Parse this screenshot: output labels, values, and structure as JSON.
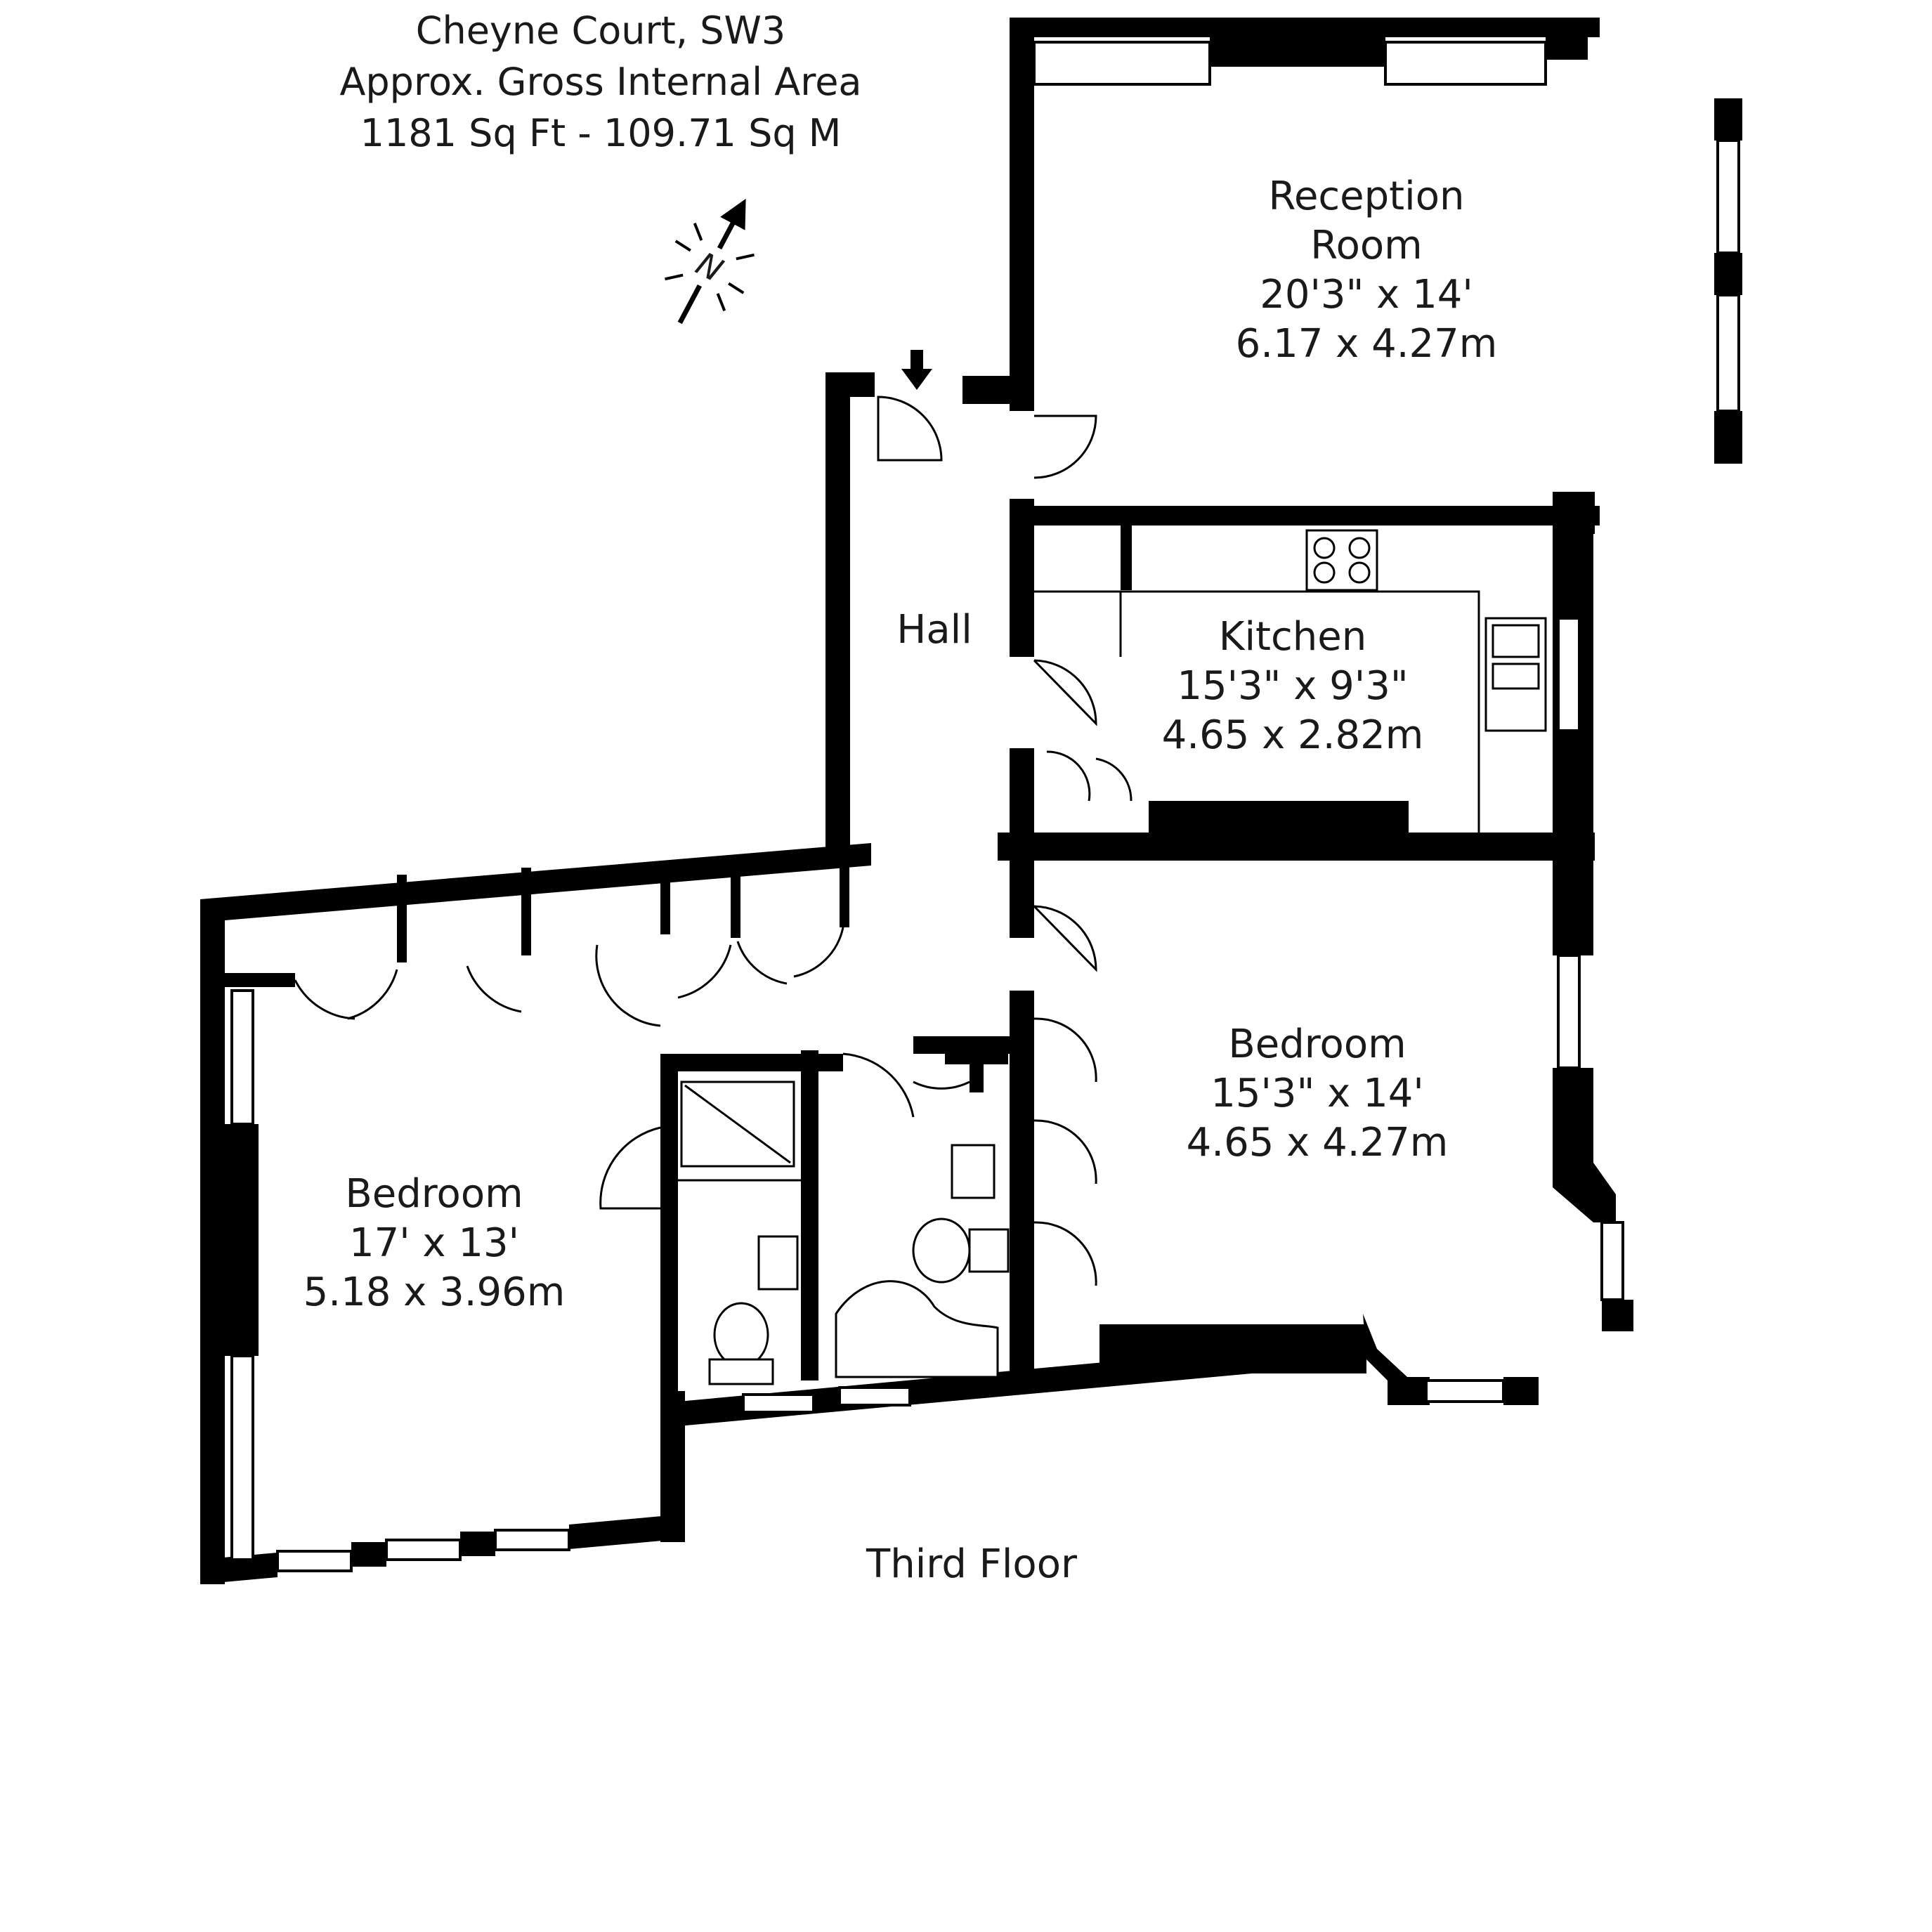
{
  "header": {
    "line1": "Cheyne Court, SW3",
    "line2": "Approx. Gross Internal Area",
    "line3": "1181 Sq Ft  -  109.71 Sq M"
  },
  "compass": {
    "label": "N"
  },
  "rooms": {
    "reception": {
      "name1": "Reception",
      "name2": "Room",
      "imperial": "20'3\" x 14'",
      "metric": "6.17 x 4.27m"
    },
    "hall": {
      "name": "Hall"
    },
    "kitchen": {
      "name": "Kitchen",
      "imperial": "15'3\" x 9'3\"",
      "metric": "4.65 x 2.82m"
    },
    "bedroom_right": {
      "name": "Bedroom",
      "imperial": "15'3\" x 14'",
      "metric": "4.65 x 4.27m"
    },
    "bedroom_left": {
      "name": "Bedroom",
      "imperial": "17' x 13'",
      "metric": "5.18 x 3.96m"
    }
  },
  "floor_label": "Third Floor"
}
